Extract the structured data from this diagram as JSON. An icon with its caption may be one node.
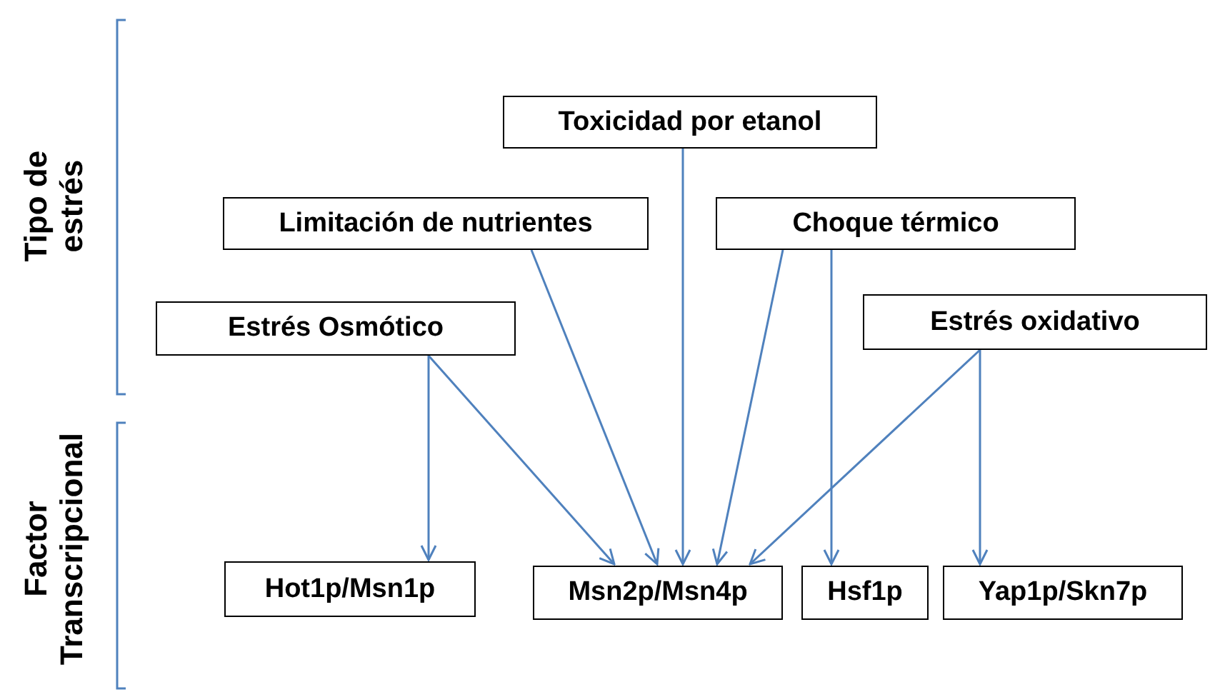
{
  "diagram": {
    "nodes": [
      {
        "text": [
          "Toxicidad por etanol"
        ]
      },
      {
        "text": [
          "Limitación de nutrientes"
        ]
      },
      {
        "text": [
          "Choque térmico"
        ]
      },
      {
        "text": [
          "Estrés Osmótico"
        ]
      },
      {
        "text": [
          "Estrés oxidativo"
        ]
      },
      {
        "text": [
          "Hot1p/Msn1p"
        ]
      },
      {
        "text": [
          "Msn2p/Msn4p"
        ]
      },
      {
        "text": [
          "Hsf1p"
        ]
      },
      {
        "text": [
          "Yap1p/Skn7p"
        ]
      }
    ],
    "edges": [
      {
        "from": 3,
        "to": 5,
        "arrow": "to"
      },
      {
        "from": 3,
        "to": 6,
        "arrow": "to"
      },
      {
        "from": 1,
        "to": 6,
        "arrow": "to"
      },
      {
        "from": 0,
        "to": 6,
        "arrow": "to"
      },
      {
        "from": 2,
        "to": 6,
        "arrow": "to"
      },
      {
        "from": 2,
        "to": 7,
        "arrow": "to"
      },
      {
        "from": 4,
        "to": 6,
        "arrow": "to"
      },
      {
        "from": 4,
        "to": 8,
        "arrow": "to"
      }
    ],
    "labels": [
      "Tipo de estrés",
      "Factor Transcripcional"
    ]
  }
}
